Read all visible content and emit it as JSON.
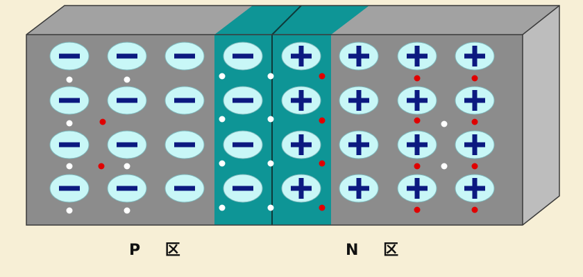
{
  "labels": {
    "p_region": "P 区",
    "n_region": "N 区"
  },
  "colors": {
    "background": "#f7efd6",
    "semiconductor": "#8c8c8c",
    "block_top": "#a2a2a2",
    "block_side": "#bdbdbd",
    "depletion_region": "#0e9596",
    "ion_fill": "#c8f7f7",
    "ion_sign": "#0c1a80",
    "hole": "#ffffff",
    "electron": "#e00000"
  },
  "lattice": {
    "rows": 4,
    "p_region_ion_columns": 4,
    "n_region_ion_columns": 4,
    "depletion_negative_columns": 1,
    "depletion_positive_columns": 1,
    "p_side_ion": "negative",
    "n_side_ion": "positive"
  }
}
